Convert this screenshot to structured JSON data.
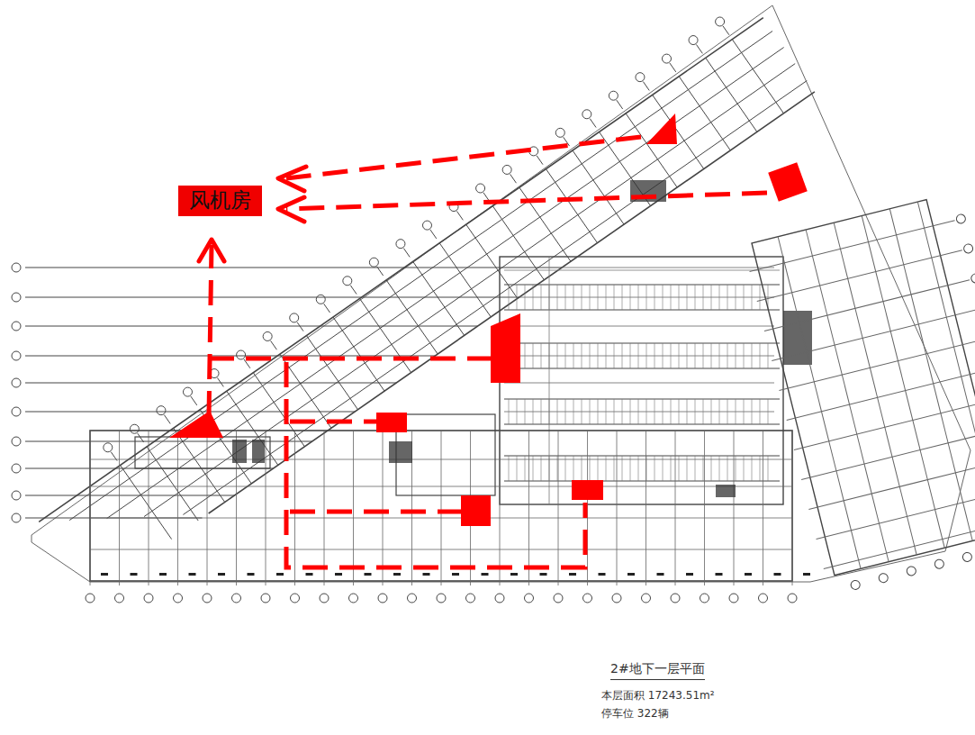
{
  "diagram": {
    "title": "2#地下一层平面",
    "nodes": [
      {
        "text": [
          "风机房"
        ]
      }
    ],
    "labels": [
      "本层面积 17243.51m²",
      "停车位 322辆"
    ]
  }
}
